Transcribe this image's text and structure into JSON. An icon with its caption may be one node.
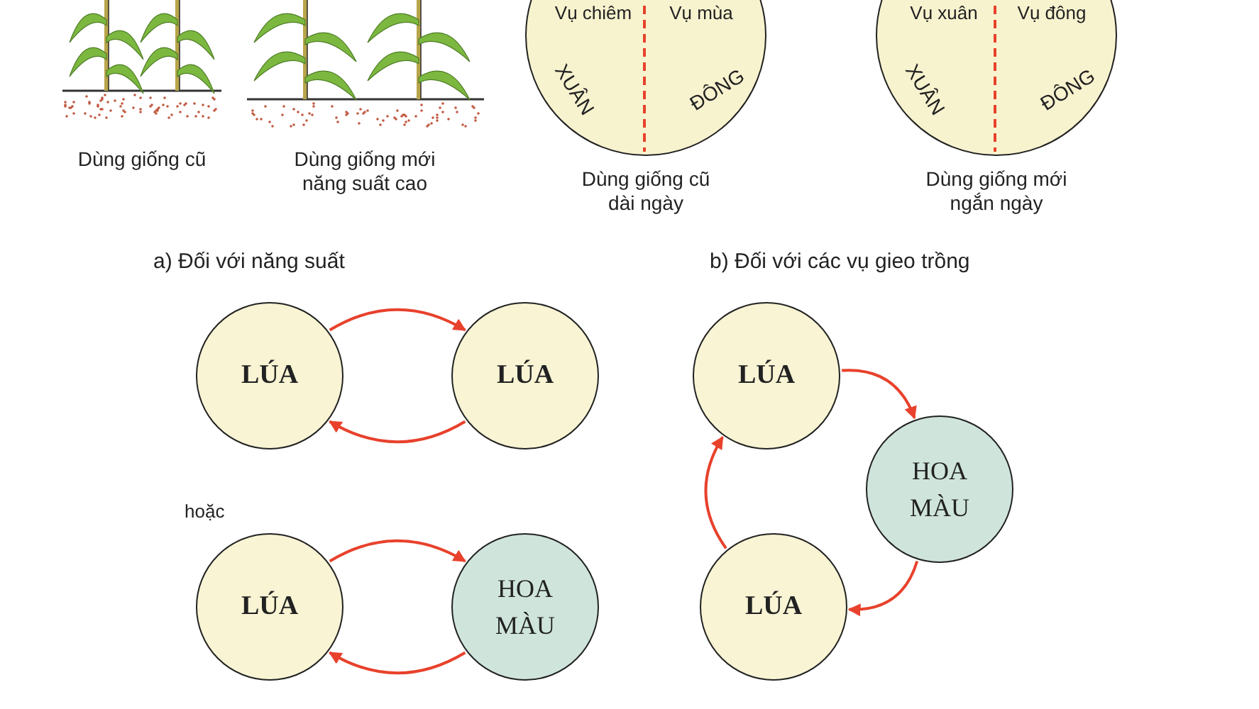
{
  "diagram": {
    "nodes": [
      {
        "text": [],
        "shape": "picture",
        "beside": [
          "Dùng giống cũ"
        ]
      },
      {
        "text": [],
        "shape": "picture",
        "beside": [
          "Dùng giống mới năng suất cao"
        ]
      },
      {
        "text": [
          "Vụ chiêm",
          "Vụ mùa",
          "XUÂN",
          "ĐÔNG"
        ],
        "beside": [
          "Dùng giống cũ dài ngày"
        ]
      },
      {
        "text": [
          "Vụ xuân",
          "Vụ đông",
          "XUÂN",
          "ĐÔNG"
        ],
        "beside": [
          "Dùng giống mới ngắn ngày"
        ]
      },
      {
        "text": [
          "LÚA"
        ]
      },
      {
        "text": [
          "LÚA"
        ]
      },
      {
        "text": [
          "LÚA"
        ]
      },
      {
        "text": [
          "HOA MÀU"
        ]
      },
      {
        "text": [
          "LÚA"
        ]
      },
      {
        "text": [
          "HOA MÀU"
        ]
      },
      {
        "text": [
          "LÚA"
        ]
      }
    ],
    "edges": [
      {
        "from": 4,
        "to": 5,
        "arrow": "to"
      },
      {
        "from": 5,
        "to": 4,
        "arrow": "to"
      },
      {
        "from": 6,
        "to": 7,
        "arrow": "to"
      },
      {
        "from": 7,
        "to": 10,
        "arrow": "to"
      },
      {
        "from": 10,
        "to": 6,
        "arrow": "to"
      },
      {
        "from": 8,
        "to": 9,
        "arrow": "to"
      },
      {
        "from": 9,
        "to": 8,
        "arrow": "to"
      }
    ],
    "labels": [
      "a) Đối với năng suất",
      "b) Đối với các vụ gieo trồng",
      "hoặc"
    ]
  }
}
